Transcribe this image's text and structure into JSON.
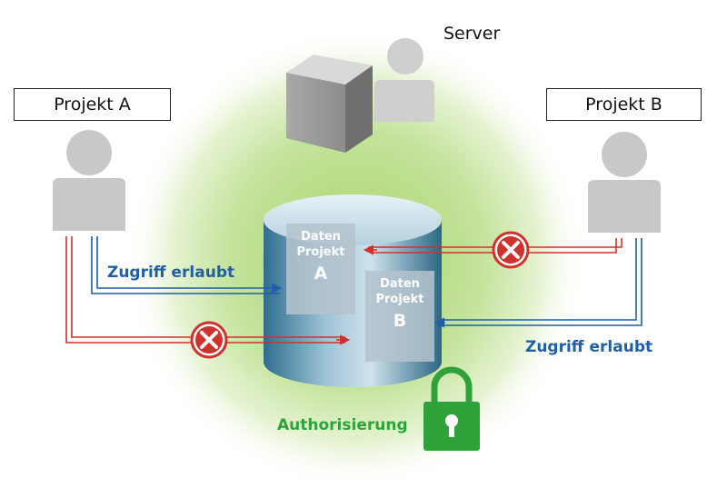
{
  "server": {
    "label": "Server"
  },
  "project_a": {
    "label": "Projekt A"
  },
  "project_b": {
    "label": "Projekt B"
  },
  "data_a": {
    "line1": "Daten",
    "line2": "Projekt",
    "letter": "A"
  },
  "data_b": {
    "line1": "Daten",
    "line2": "Projekt",
    "letter": "B"
  },
  "access_a": {
    "label": "Zugriff erlaubt"
  },
  "access_b": {
    "label": "Zugriff erlaubt"
  },
  "authorization": {
    "label": "Authorisierung"
  },
  "colors": {
    "allowed": "#1f5fa8",
    "denied": "#d0312d",
    "authorization": "#2fa33a",
    "halo": "#b9dd8a"
  }
}
